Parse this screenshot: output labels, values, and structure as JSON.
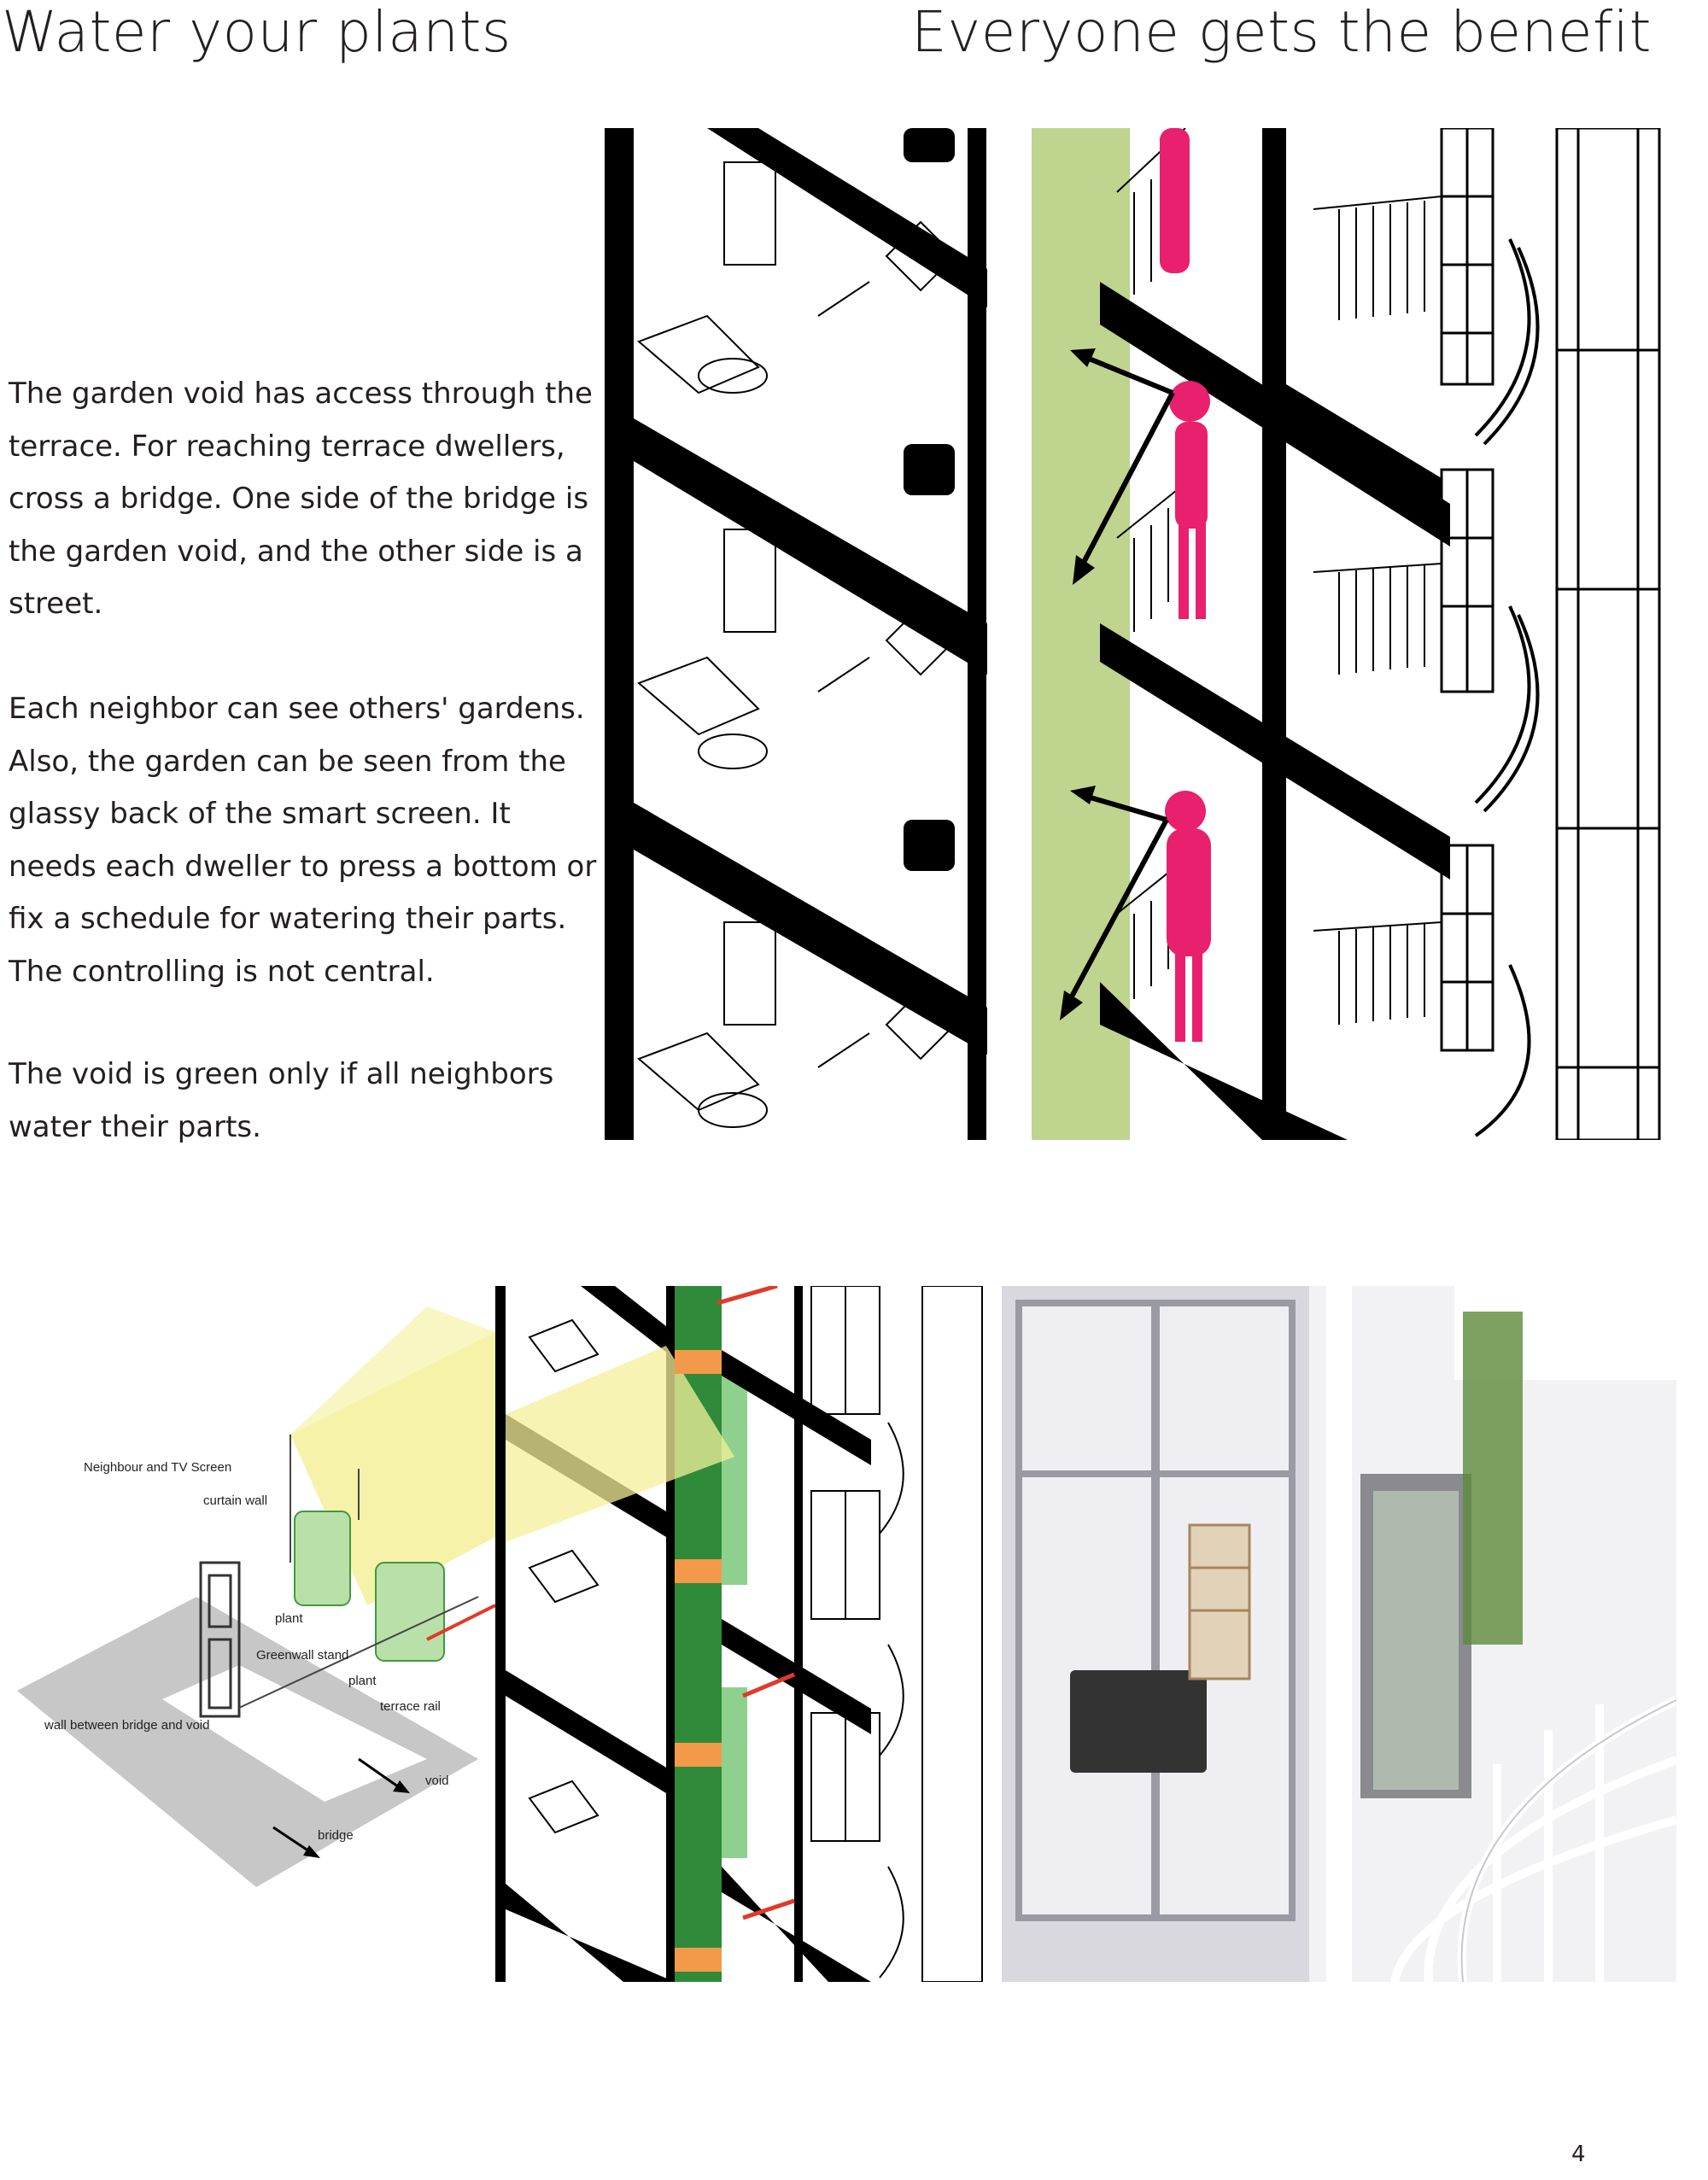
{
  "titles": {
    "left": "Water your plants",
    "right": "Everyone gets the benefit"
  },
  "paragraphs": [
    "The garden void has access through the terrace. For reaching terrace dwellers, cross a bridge. One side of the bridge is the garden void, and the other side is a street.",
    "Each neighbor can see others' gardens. Also, the garden can be seen from the glassy back of the smart screen. It needs each dweller to press a bottom or fix a schedule for watering their parts. The controlling is not central.",
    "The void is green only if all neighbors water their parts."
  ],
  "diagram_labels": {
    "neighbour_screen": "Neighbour and TV Screen",
    "curtain_wall": "curtain wall",
    "plant_1": "plant",
    "greenwall_stand": "Greenwall stand",
    "plant_2": "plant",
    "terrace_rail": "terrace rail",
    "wall_between": "wall between bridge and void",
    "void": "void",
    "bridge": "bridge"
  },
  "colors": {
    "figure_pink": "#e8206e",
    "plant_green": "#a8c56a",
    "screen_yellow": "#f4f09a",
    "void_green": "#2f8a3a",
    "accent_orange": "#f29a4a",
    "rail_red": "#e03a2a"
  },
  "page_number": "4"
}
